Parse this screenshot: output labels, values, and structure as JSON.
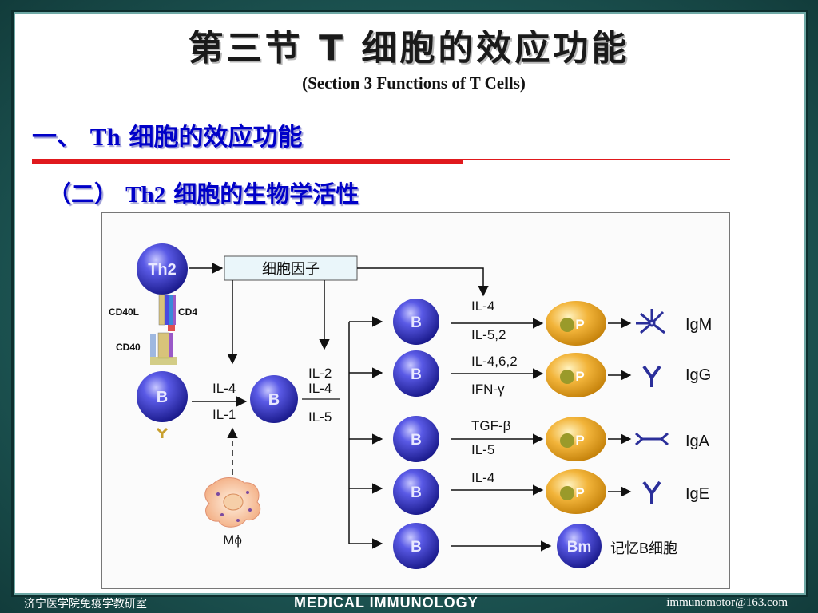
{
  "slide": {
    "title": "第三节   T 细胞的效应功能",
    "subtitle": "(Section 3  Functions of T Cells)",
    "heading1_prefix": "一、",
    "heading1_latin": "Th",
    "heading1_rest": " 细胞的效应功能",
    "heading2_prefix": "（二）",
    "heading2_latin": "Th2",
    "heading2_rest": " 细胞的生物学活性"
  },
  "diagram": {
    "cytokine_box": "细胞因子",
    "th2_label": "Th2",
    "cd40l_label": "CD40L",
    "cd4_label": "CD4",
    "cd40_label": "CD40",
    "b_label": "B",
    "p_label": "P",
    "bm_label": "Bm",
    "il4_first": "IL-4",
    "il1_first": "IL-1",
    "il2_mid": "IL-2",
    "il4_mid": "IL-4",
    "il5_mid": "IL-5",
    "mphi_label": "Mϕ",
    "branch1_top": "IL-4",
    "branch1_bottom": "IL-5,2",
    "branch2_top": "IL-4,6,2",
    "branch2_bottom": "IFN-γ",
    "branch3_top": "TGF-β",
    "branch3_bottom": "IL-5",
    "branch4_top": "IL-4",
    "igm": "IgM",
    "igg": "IgG",
    "iga": "IgA",
    "ige": "IgE",
    "memory": "记忆B细胞",
    "colors": {
      "cell_blue": "#2f2fb8",
      "plasma": "#e8a21a",
      "accent_red": "#e0191d"
    }
  },
  "footer": {
    "left": "济宁医学院免疫学教研室",
    "center": "MEDICAL IMMUNOLOGY",
    "right": "immunomotor@163.com"
  }
}
